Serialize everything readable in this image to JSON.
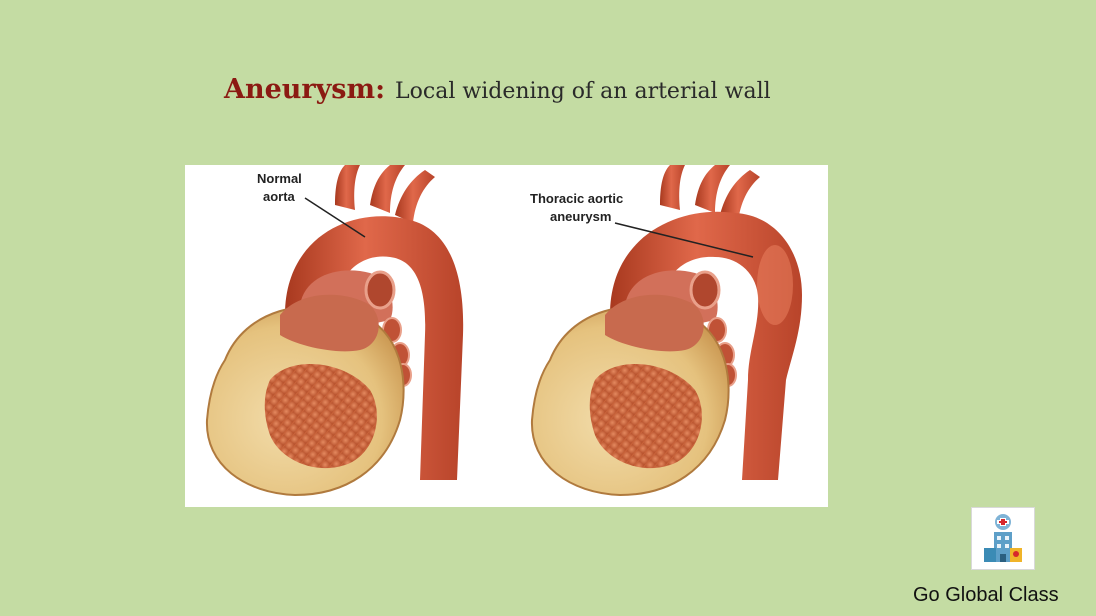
{
  "slide": {
    "title_term": "Aneurysm:",
    "title_definition": "Local widening of an arterial wall"
  },
  "figure": {
    "left_label_line1": "Normal",
    "left_label_line2": "aorta",
    "right_label_line1": "Thoracic aortic",
    "right_label_line2": "aneurysm"
  },
  "branding": {
    "name": "Go Global Class",
    "logo_icon": "hospital-building-icon"
  }
}
